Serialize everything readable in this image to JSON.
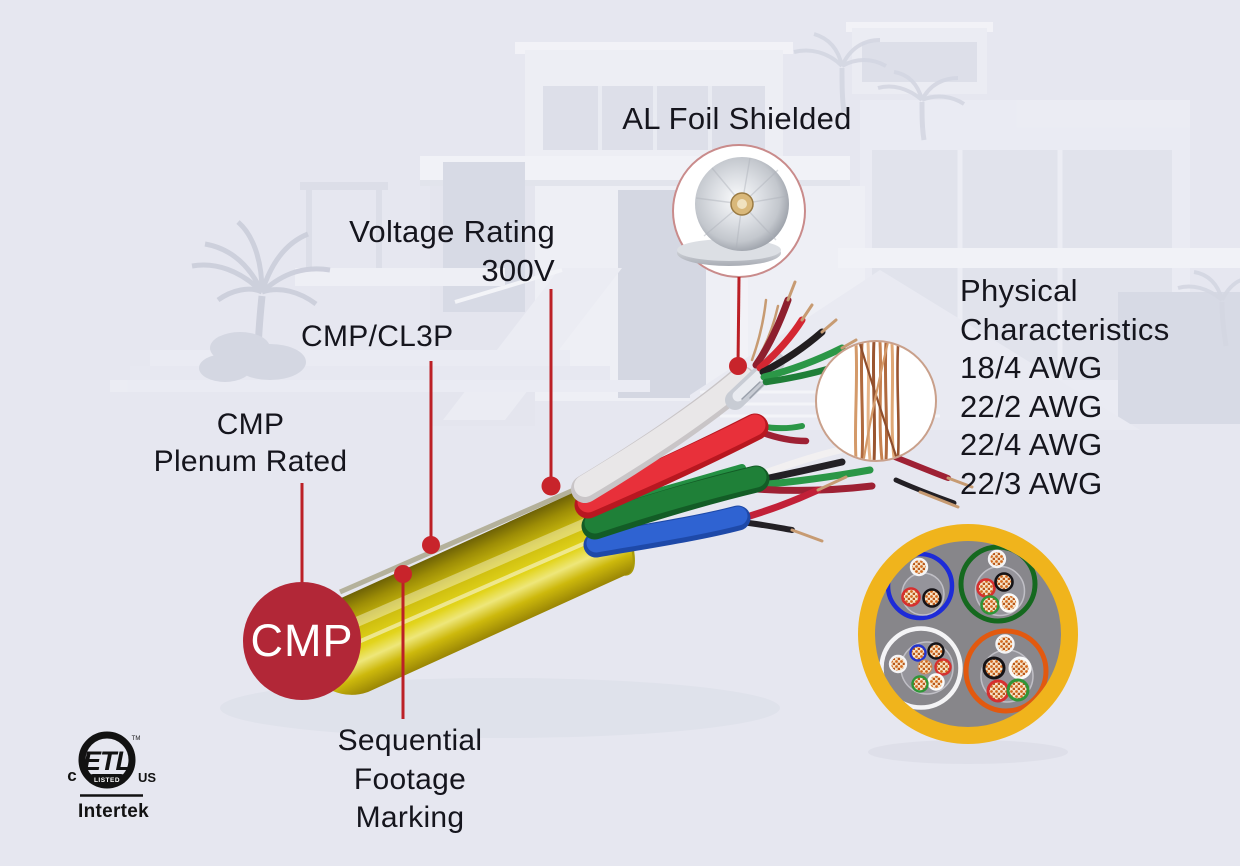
{
  "canvas": {
    "background": "#e6e7f0"
  },
  "callouts": {
    "al_foil": {
      "label": "AL Foil Shielded"
    },
    "voltage": {
      "line1": "Voltage Rating",
      "line2": "300V"
    },
    "jacket_rating": {
      "label": "CMP/CL3P"
    },
    "plenum": {
      "line1": "CMP",
      "line2": "Plenum Rated"
    },
    "cmp_badge": {
      "label": "CMP",
      "color": "#b22737"
    },
    "physical": {
      "lines": [
        "Physical",
        "Characteristics",
        "18/4 AWG",
        "22/2 AWG",
        "22/4 AWG",
        "22/3 AWG"
      ]
    },
    "sequential": {
      "lines": [
        "Sequential",
        "Footage",
        "Marking"
      ]
    }
  },
  "certification": {
    "left_label": "c",
    "mark": "ETL",
    "banner": "LISTED",
    "right_label": "US",
    "tm": "TM",
    "brand": "Intertek"
  },
  "colors": {
    "leader_line": "#bc2026",
    "leader_dot": "#c8242b",
    "jacket_yellow": "#dcc90f",
    "cross_section_jacket_ring": "#f0b41c",
    "subunit_ring_colors": [
      "#1d2bd8",
      "#15691f",
      "#ffffff",
      "#e2590f"
    ],
    "conductor_ring_colors": [
      "#d62f2f",
      "#151317",
      "#2f9638",
      "#fafafa",
      "#2233cc"
    ],
    "label_text": "#15151d"
  }
}
